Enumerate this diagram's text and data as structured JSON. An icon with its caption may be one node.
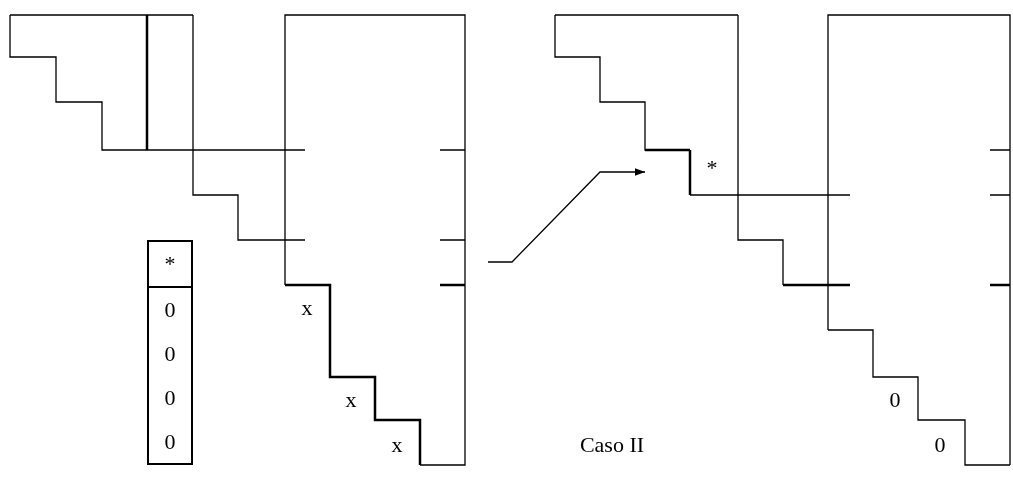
{
  "diagram": {
    "nodes": [
      {
        "text": [
          "*",
          "0",
          "0",
          "0",
          "0"
        ]
      }
    ],
    "labels": [
      "*",
      "x",
      "x",
      "0",
      "x",
      "Caso II",
      "0"
    ]
  }
}
